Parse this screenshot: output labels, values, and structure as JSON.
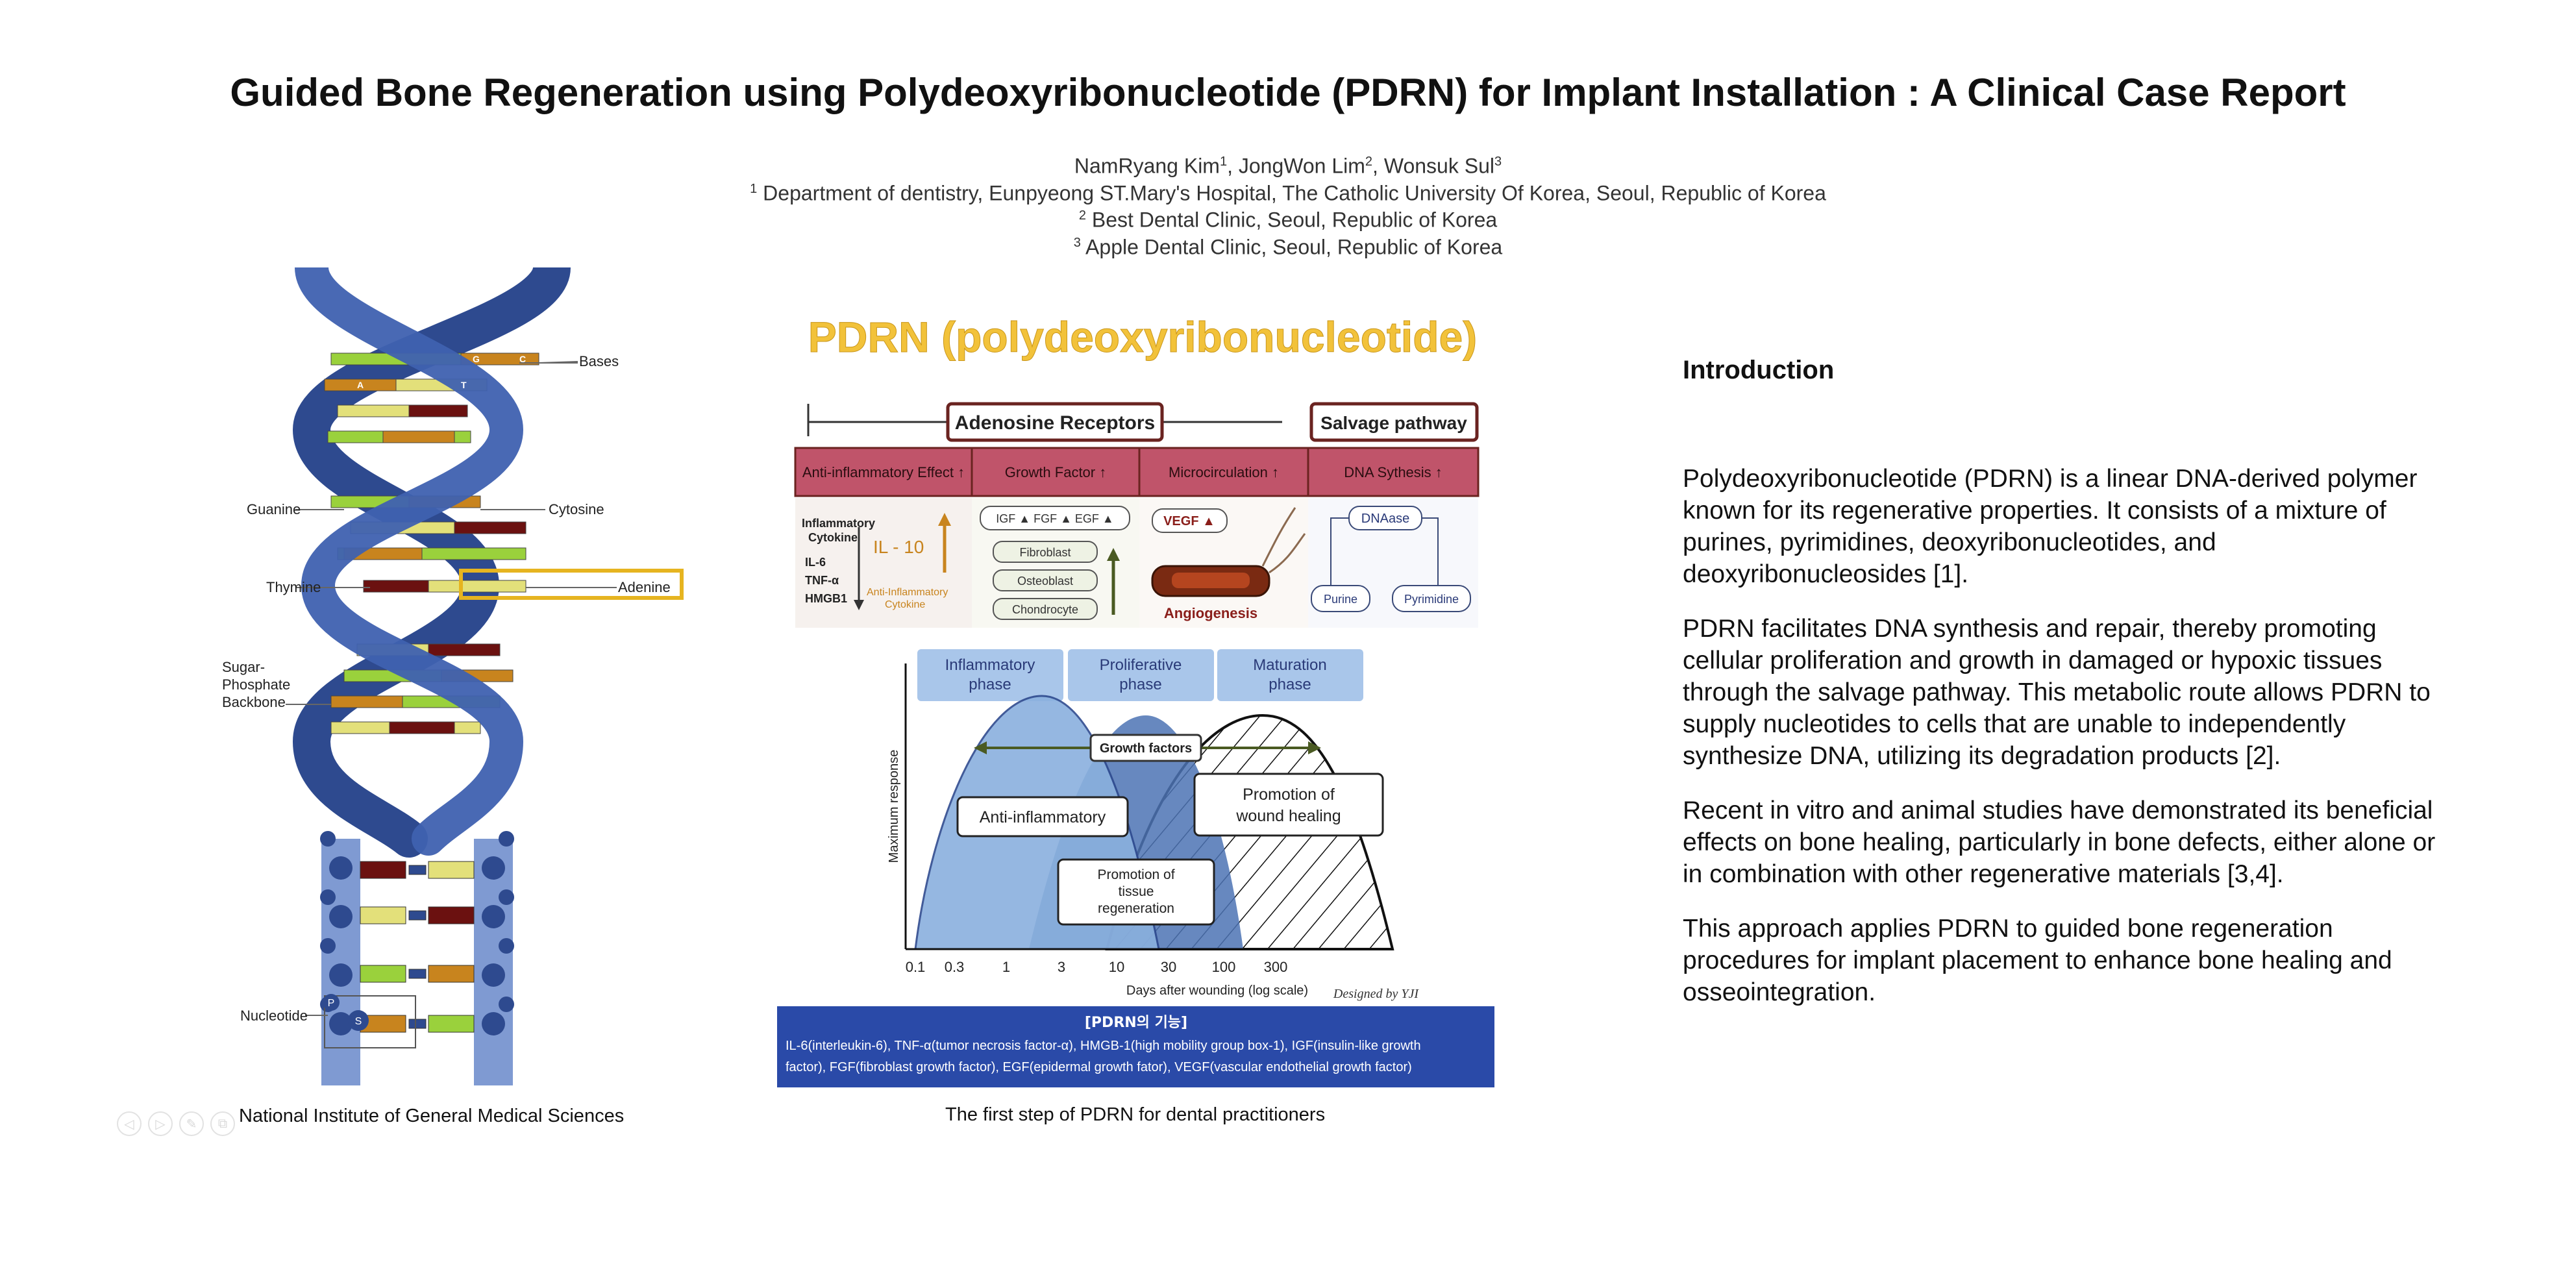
{
  "title": "Guided Bone Regeneration using Polydeoxyribonucleotide (PDRN) for Implant Installation : A Clinical Case Report",
  "authors": {
    "n1": "NamRyang Kim",
    "s1": "1",
    "n2": ", JongWon Lim",
    "s2": "2",
    "n3": ", Wonsuk Sul",
    "s3": "3",
    "aff1_sup": "1",
    "aff1": " Department of dentistry, Eunpyeong ST.Mary's Hospital, The Catholic University Of Korea, Seoul, Republic of Korea",
    "aff2_sup": "2",
    "aff2": " Best Dental Clinic, Seoul, Republic of Korea",
    "aff3_sup": "3",
    "aff3": " Apple Dental Clinic, Seoul, Republic of Korea"
  },
  "dna_figure": {
    "labels": {
      "bases": "Bases",
      "guanine": "Guanine",
      "cytosine": "Cytosine",
      "thymine": "Thymine",
      "adenine": "Adenine",
      "backbone_1": "Sugar-",
      "backbone_2": "Phosphate",
      "backbone_3": "Backbone",
      "nucleotide": "Nucleotide"
    },
    "base_letters": [
      "G",
      "C",
      "A",
      "T"
    ],
    "node_p": "P",
    "node_s": "S",
    "caption": "National Institute of General Medical Sciences"
  },
  "pdrn_figure": {
    "title": "PDRN (polydeoxyribonucleotide)",
    "adenosine_receptors": "Adenosine Receptors",
    "salvage_pathway": "Salvage pathway",
    "effects": [
      "Anti-inflammatory Effect ↑",
      "Growth Factor ↑",
      "Microcirculation ↑",
      "DNA Sythesis ↑"
    ],
    "cytokine": {
      "head_1": "Inflammatory",
      "head_2": "Cytokine",
      "list_1": "IL-6",
      "list_2": "TNF-α",
      "list_3": "HMGB1",
      "il10": "IL - 10",
      "anti_1": "Anti-Inflammatory",
      "anti_2": "Cytokine"
    },
    "growth": {
      "factors": "IGF ▲  FGF ▲  EGF ▲",
      "cells": [
        "Fibroblast",
        "Osteoblast",
        "Chondrocyte"
      ]
    },
    "vegf": "VEGF ▲",
    "angiogenesis": "Angiogenesis",
    "dnaase": "DNAase",
    "purine": "Purine",
    "pyrimidine": "Pyrimidine",
    "phases": [
      {
        "l1": "Inflammatory",
        "l2": "phase"
      },
      {
        "l1": "Proliferative",
        "l2": "phase"
      },
      {
        "l1": "Maturation",
        "l2": "phase"
      }
    ],
    "ylabel": "Maximum response",
    "xlabel": "Days after wounding (log scale)",
    "x_ticks": [
      "0.1",
      "0.3",
      "1",
      "3",
      "10",
      "30",
      "100",
      "300"
    ],
    "growth_factors": "Growth factors",
    "anti_inflammatory": "Anti-inflammatory",
    "promotion_wound_1": "Promotion of",
    "promotion_wound_2": "wound healing",
    "promotion_tissue_1": "Promotion of",
    "promotion_tissue_2": "tissue",
    "promotion_tissue_3": "regeneration",
    "designed_by": "Designed by YJI",
    "function_title": "[PDRN의 기능]",
    "function_line1": "IL-6(interleukin-6), TNF-α(tumor necrosis factor-α), HMGB-1(high mobility group box-1), IGF(insulin-like growth",
    "function_line2": "factor), FGF(fibroblast growth factor), EGF(epidermal growth fator), VEGF(vascular endothelial growth factor)",
    "caption": "The first step of PDRN for dental practitioners"
  },
  "introduction": {
    "heading": "Introduction",
    "paragraphs": [
      " Polydeoxyribonucleotide (PDRN) is a linear DNA-derived polymer known for its regenerative properties. It consists of a mixture of purines, pyrimidines, deoxyribonucleotides, and deoxyribonucleosides [1].",
      " PDRN facilitates DNA synthesis and repair, thereby promoting cellular proliferation and growth in damaged or hypoxic tissues through the salvage pathway. This metabolic route allows PDRN to supply nucleotides to cells that are unable to independently synthesize DNA, utilizing its degradation products [2].",
      " Recent in vitro and animal studies have demonstrated its beneficial effects on bone healing, particularly in bone defects, either alone or in combination with other regenerative materials [3,4].",
      " This approach applies PDRN to guided bone regeneration procedures for implant placement to enhance bone healing and osseointegration."
    ]
  },
  "slide_controls": [
    "◁",
    "▷",
    "✎",
    "⧉"
  ]
}
